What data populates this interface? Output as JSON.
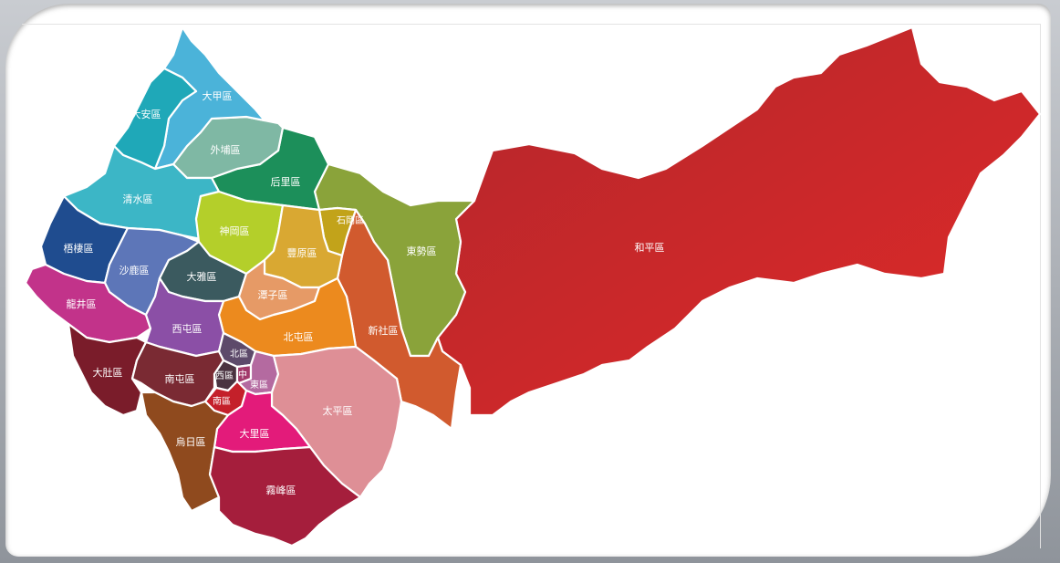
{
  "map": {
    "districts": [
      {
        "id": "dajia",
        "label": "大甲區",
        "color": "#4bb3d9"
      },
      {
        "id": "daan",
        "label": "大安區",
        "color": "#1fa8b8"
      },
      {
        "id": "waipu",
        "label": "外埔區",
        "color": "#7fb8a4"
      },
      {
        "id": "houli",
        "label": "后里區",
        "color": "#1c8f5a"
      },
      {
        "id": "qingshui",
        "label": "清水區",
        "color": "#3cb6c6"
      },
      {
        "id": "shengang",
        "label": "神岡區",
        "color": "#b4cf2a"
      },
      {
        "id": "shigang",
        "label": "石岡區",
        "color": "#c2a31a"
      },
      {
        "id": "dongshi",
        "label": "東勢區",
        "color": "#8aa33a"
      },
      {
        "id": "heping",
        "label": "和平區",
        "color": "#cf2a2e"
      },
      {
        "id": "wuqi",
        "label": "梧棲區",
        "color": "#1f4c8f"
      },
      {
        "id": "shalu",
        "label": "沙鹿區",
        "color": "#5d76b8"
      },
      {
        "id": "daya",
        "label": "大雅區",
        "color": "#3b5a5f"
      },
      {
        "id": "fengyuan",
        "label": "豐原區",
        "color": "#d9a832"
      },
      {
        "id": "tanzi",
        "label": "潭子區",
        "color": "#e69a66"
      },
      {
        "id": "xinshe",
        "label": "新社區",
        "color": "#d15a2e"
      },
      {
        "id": "longjing",
        "label": "龍井區",
        "color": "#c2338a"
      },
      {
        "id": "xitun",
        "label": "西屯區",
        "color": "#8b4fa6"
      },
      {
        "id": "beitun",
        "label": "北屯區",
        "color": "#ec8a1e"
      },
      {
        "id": "dadu",
        "label": "大肚區",
        "color": "#7a1c2a"
      },
      {
        "id": "nantun",
        "label": "南屯區",
        "color": "#7a2a33"
      },
      {
        "id": "north",
        "label": "北區",
        "color": "#5d4a6a"
      },
      {
        "id": "west",
        "label": "西區",
        "color": "#4a3340"
      },
      {
        "id": "central",
        "label": "中",
        "color": "#a23a6a"
      },
      {
        "id": "east",
        "label": "東區",
        "color": "#b46aa0"
      },
      {
        "id": "south",
        "label": "南區",
        "color": "#c4202a"
      },
      {
        "id": "taiping",
        "label": "太平區",
        "color": "#de8f96"
      },
      {
        "id": "dali",
        "label": "大里區",
        "color": "#e31b7a"
      },
      {
        "id": "wuri",
        "label": "烏日區",
        "color": "#8f4a1e"
      },
      {
        "id": "wufeng",
        "label": "霧峰區",
        "color": "#a51e3c"
      }
    ]
  }
}
